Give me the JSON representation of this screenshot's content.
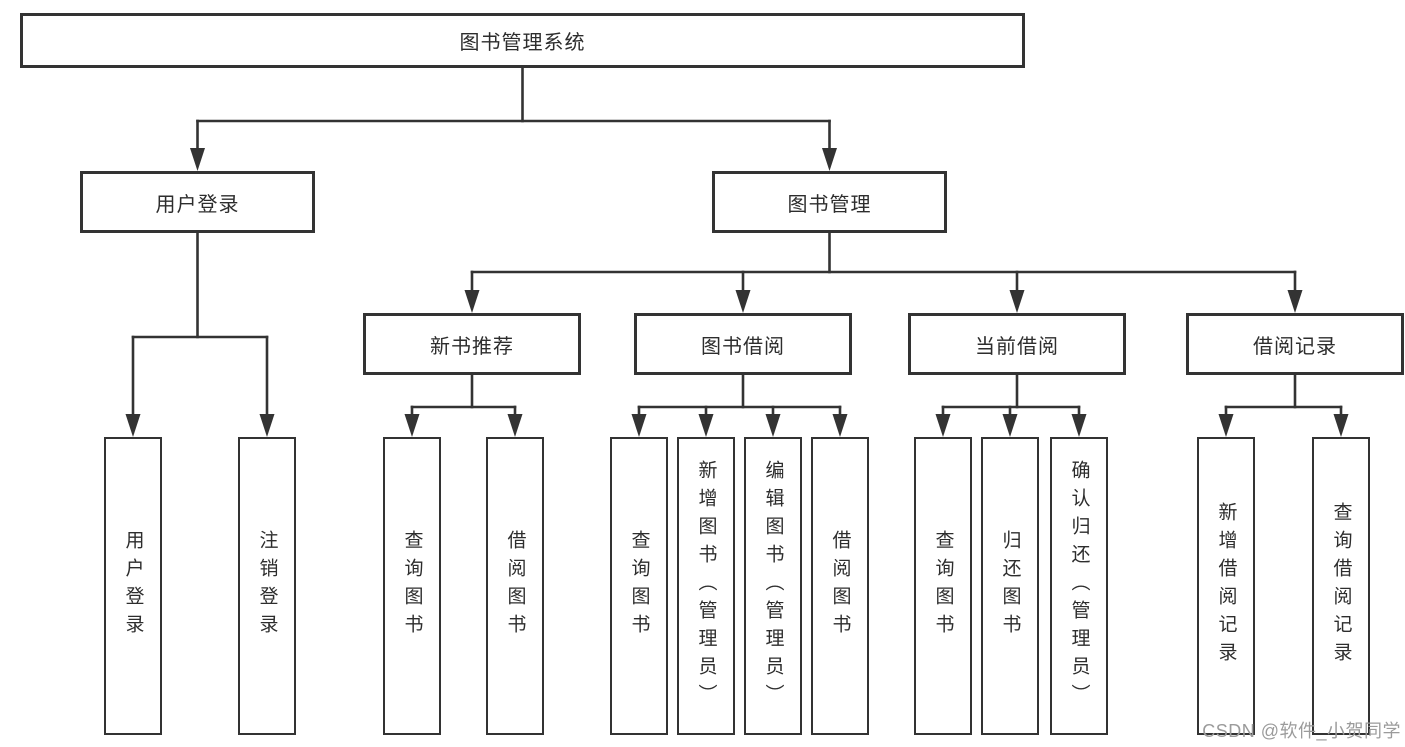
{
  "colors": {
    "line": "#333333",
    "text": "#2d2d2d",
    "watermark": "#9b9b9b",
    "background": "#ffffff"
  },
  "root": {
    "label": "图书管理系统"
  },
  "level2": {
    "user_login": {
      "label": "用户登录"
    },
    "book_management": {
      "label": "图书管理"
    }
  },
  "level3": {
    "new_book": {
      "label": "新书推荐"
    },
    "book_borrow": {
      "label": "图书借阅"
    },
    "current_borrow": {
      "label": "当前借阅"
    },
    "borrow_records": {
      "label": "借阅记录"
    }
  },
  "leaves": {
    "user_login": [
      "用户登录",
      "注销登录"
    ],
    "new_book": [
      "查询图书",
      "借阅图书"
    ],
    "book_borrow": [
      "查询图书",
      "新增图书（管理员）",
      "编辑图书（管理员）",
      "借阅图书"
    ],
    "current_borrow": [
      "查询图书",
      "归还图书",
      "确认归还（管理员）"
    ],
    "borrow_records": [
      "新增借阅记录",
      "查询借阅记录"
    ]
  },
  "watermark": "CSDN @软件_小贺同学"
}
